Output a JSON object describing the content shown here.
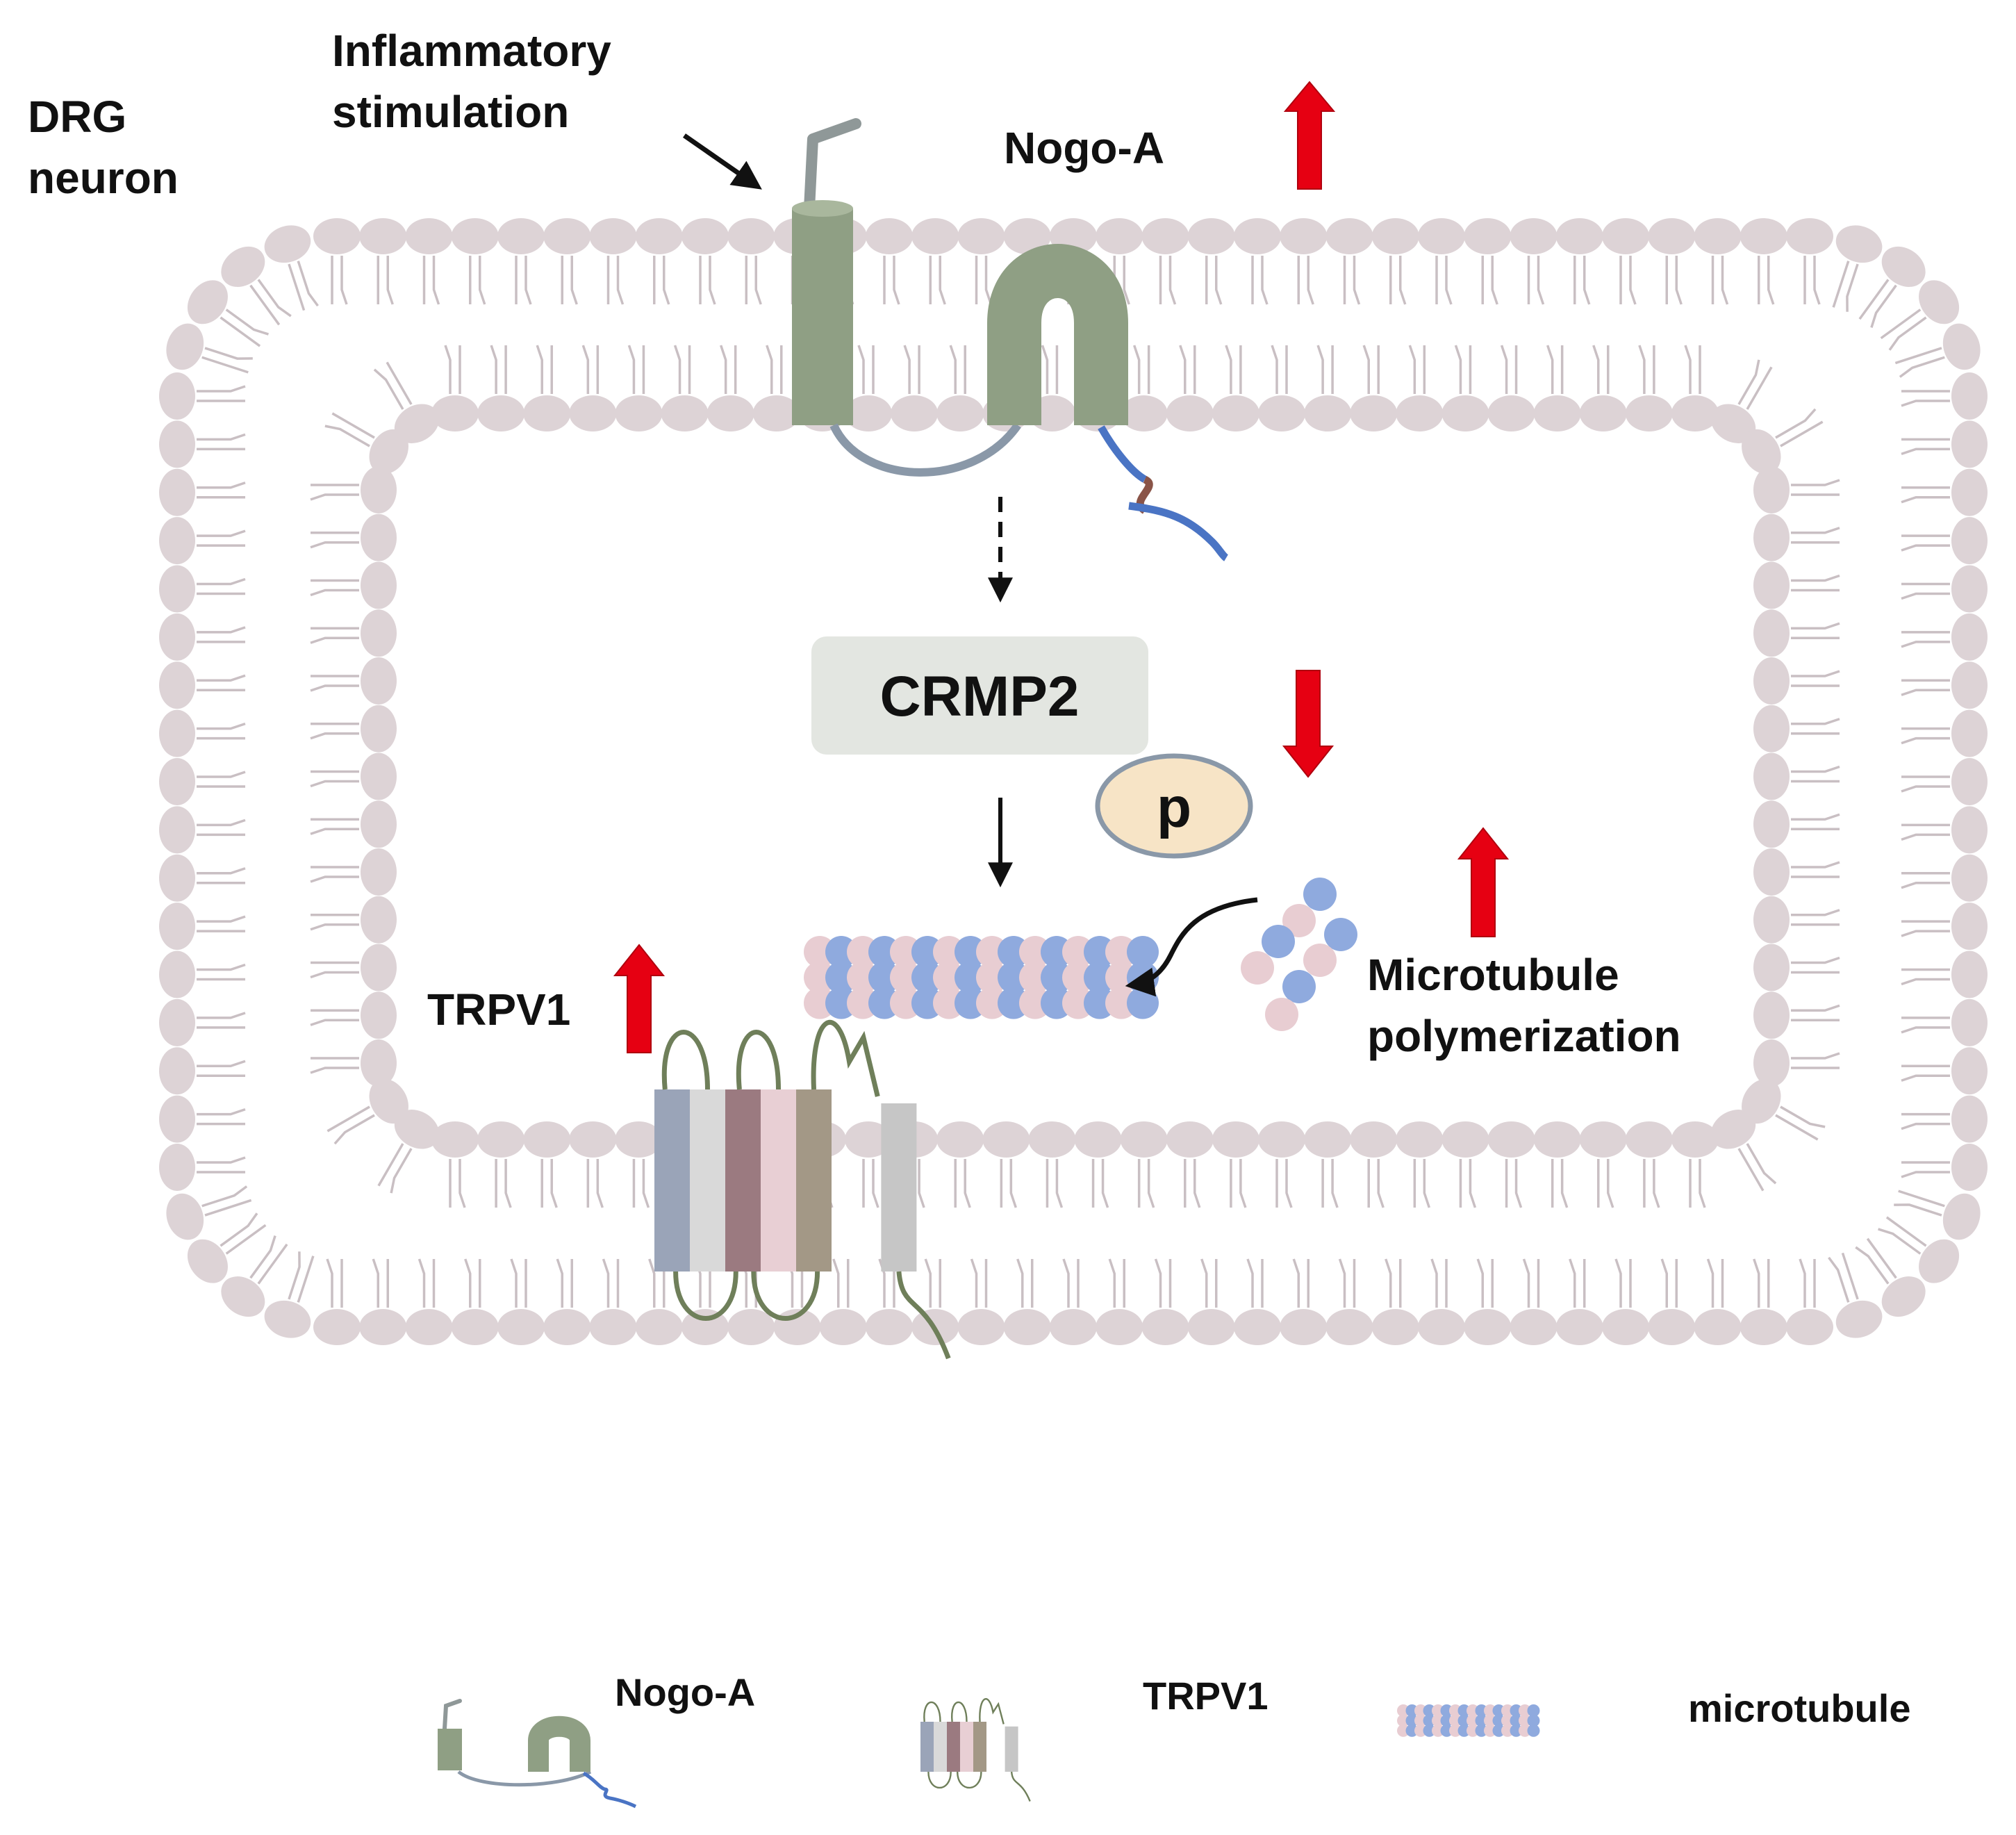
{
  "labels": {
    "cell_type_line1": "DRG",
    "cell_type_line2": "neuron",
    "stimulus_line1": "Inflammatory",
    "stimulus_line2": "stimulation",
    "nogo_a": "Nogo-A",
    "crmp2": "CRMP2",
    "phospho": "p",
    "trpv1": "TRPV1",
    "mt_poly_line1": "Microtubule",
    "mt_poly_line2": "polymerization"
  },
  "legend": {
    "nogo_a": "Nogo-A",
    "trpv1": "TRPV1",
    "microtubule": "microtubule"
  },
  "colors": {
    "lipid_head": "#ddd3d6",
    "lipid_tail": "#c9bfc3",
    "nogo_body": "#8f9f84",
    "nogo_loop": "#8a98a8",
    "nogo_tail_blue": "#4a74c4",
    "nogo_tail_brown": "#8a5448",
    "arrow_up_down": "#e60012",
    "crmp2_box": "#e3e6e1",
    "phospho_fill": "#f7e4c6",
    "phospho_stroke": "#8a98a8",
    "tubulin_pink": "#e8cdd2",
    "tubulin_blue": "#8faade",
    "trpv1_segments": [
      "#9aa4b8",
      "#d9d9d9",
      "#9b7a80",
      "#e8cfd4",
      "#a39886",
      "#c6c6c6"
    ],
    "trpv1_loop": "#6f7f5a"
  }
}
